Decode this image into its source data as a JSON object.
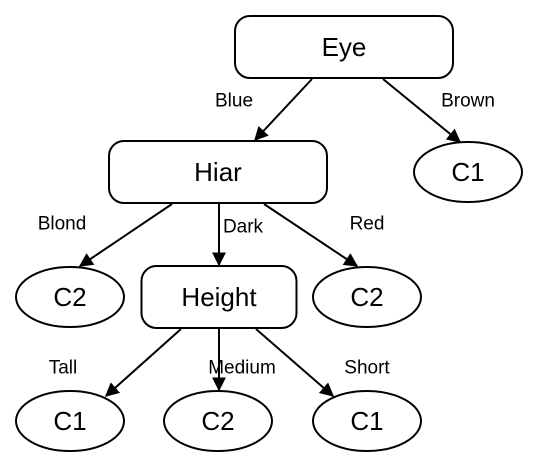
{
  "nodes": [
    {
      "id": "eye",
      "label": "Eye",
      "shape": "rect"
    },
    {
      "id": "hiar",
      "label": "Hiar",
      "shape": "rect"
    },
    {
      "id": "c1-brown",
      "label": "C1",
      "shape": "ellipse"
    },
    {
      "id": "c2-blond",
      "label": "C2",
      "shape": "ellipse"
    },
    {
      "id": "height",
      "label": "Height",
      "shape": "rect"
    },
    {
      "id": "c2-red",
      "label": "C2",
      "shape": "ellipse"
    },
    {
      "id": "c1-tall",
      "label": "C1",
      "shape": "ellipse"
    },
    {
      "id": "c2-medium",
      "label": "C2",
      "shape": "ellipse"
    },
    {
      "id": "c1-short",
      "label": "C1",
      "shape": "ellipse"
    }
  ],
  "edges": [
    {
      "from": "eye",
      "to": "hiar",
      "label": "Blue"
    },
    {
      "from": "eye",
      "to": "c1-brown",
      "label": "Brown"
    },
    {
      "from": "hiar",
      "to": "c2-blond",
      "label": "Blond"
    },
    {
      "from": "hiar",
      "to": "height",
      "label": "Dark"
    },
    {
      "from": "hiar",
      "to": "c2-red",
      "label": "Red"
    },
    {
      "from": "height",
      "to": "c1-tall",
      "label": "Tall"
    },
    {
      "from": "height",
      "to": "c2-medium",
      "label": "Medium"
    },
    {
      "from": "height",
      "to": "c1-short",
      "label": "Short"
    }
  ]
}
